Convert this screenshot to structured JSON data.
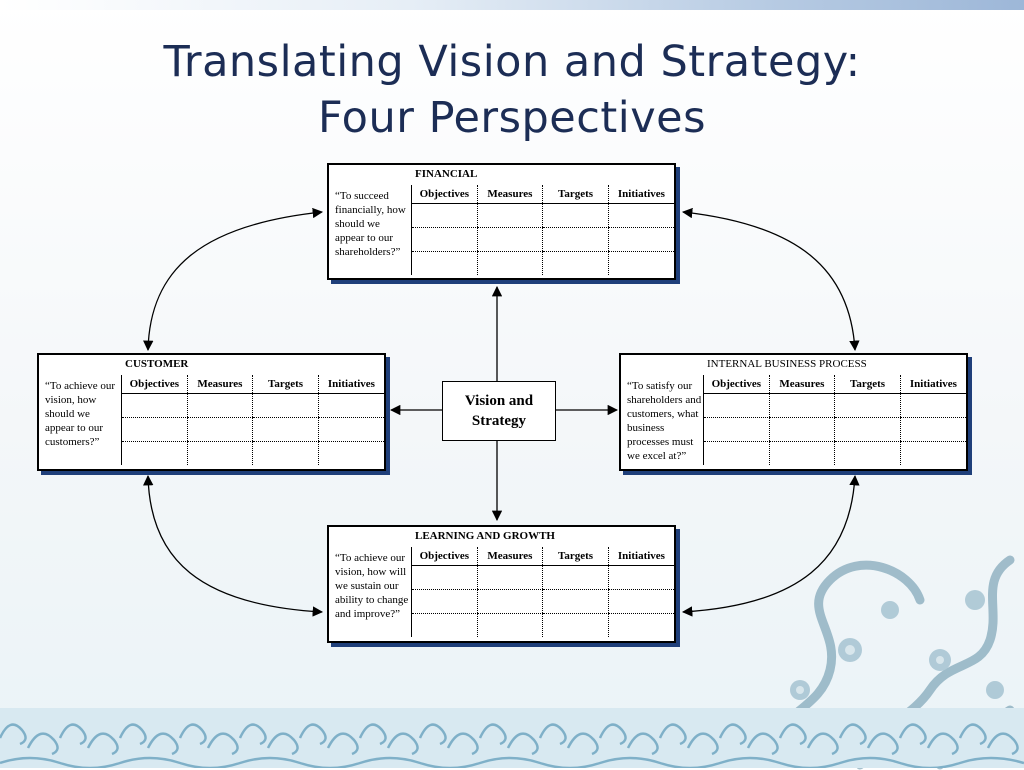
{
  "title": {
    "line1": "Translating Vision and Strategy:",
    "line2": "Four Perspectives"
  },
  "center": {
    "line1": "Vision and",
    "line2": "Strategy"
  },
  "columns": [
    "Objectives",
    "Measures",
    "Targets",
    "Initiatives"
  ],
  "perspectives": {
    "financial": {
      "heading": "FINANCIAL",
      "quote": "“To succeed financially, how should we appear to our shareholders?”"
    },
    "customer": {
      "heading": "CUSTOMER",
      "quote": "“To achieve our vision, how should we appear to our customers?”"
    },
    "internal": {
      "heading": "INTERNAL BUSINESS PROCESS",
      "quote": "“To satisfy our shareholders and customers, what business processes must we excel at?”"
    },
    "learning": {
      "heading": "LEARNING AND GROWTH",
      "quote": "“To achieve our vision, how will we sustain our ability to change and improve?”"
    }
  },
  "colors": {
    "title": "#1c2d55",
    "box_shadow": "#1f3f7a",
    "wave": "#7fb0c8",
    "dragon": "#5f8fa6"
  },
  "decor": {
    "dragon": "dragon-decoration",
    "waves": "wave-pattern"
  }
}
